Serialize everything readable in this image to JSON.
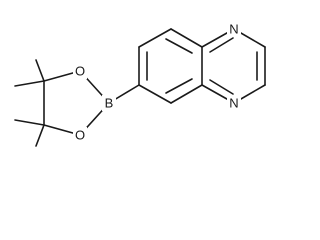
{
  "structure": {
    "atoms": {
      "n_top": "N",
      "n_bottom": "N",
      "boron": "B",
      "oxygen_top": "O",
      "oxygen_bottom": "O"
    }
  }
}
